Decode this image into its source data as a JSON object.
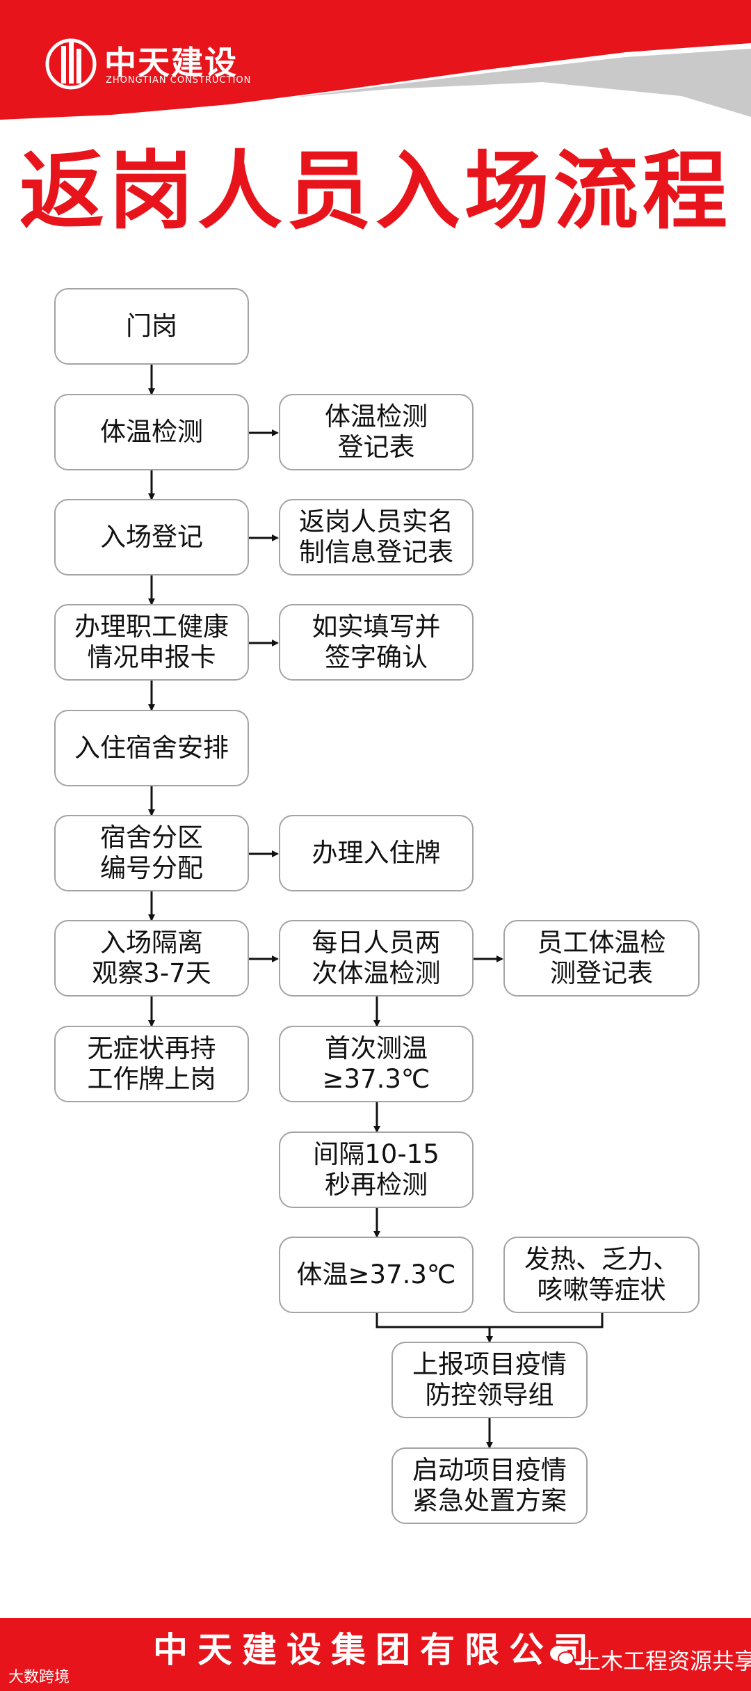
{
  "header": {
    "logo_cn": "中天建设",
    "logo_en": "ZHONGTIAN CONSTRUCTION",
    "colors": {
      "red": "#e8141b",
      "gray": "#c9c9c9"
    }
  },
  "title": "返岗人员入场流程",
  "flow": {
    "gate": "门岗",
    "temp_check": "体温检测",
    "temp_form": "体温检测\n登记表",
    "entry_reg": "入场登记",
    "realname_form": "返岗人员实名\n制信息登记表",
    "health_card": "办理职工健康\n情况申报卡",
    "fill_sign": "如实填写并\n签字确认",
    "dorm_arrange": "入住宿舍安排",
    "dorm_assign": "宿舍分区\n编号分配",
    "dorm_card": "办理入住牌",
    "isolation": "入场隔离\n观察3-7天",
    "twice_daily": "每日人员两\n次体温检测",
    "staff_temp_form": "员工体温检\n测登记表",
    "return_work": "无症状再持\n工作牌上岗",
    "first_temp": "首次测温\n≥37.3℃",
    "interval_recheck": "间隔10-15\n秒再检测",
    "temp_high": "体温≥37.3℃",
    "symptoms": "发热、乏力、\n咳嗽等症状",
    "report_leaders": "上报项目疫情\n防控领导组",
    "emergency_plan": "启动项目疫情\n紧急处置方案"
  },
  "footer": {
    "company": "中天建设集团有限公司",
    "watermark_left": "大数跨境",
    "watermark_right": "土木工程资源共享"
  }
}
